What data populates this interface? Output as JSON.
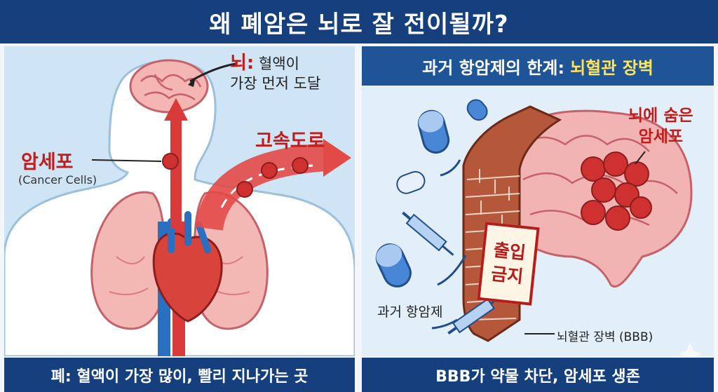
{
  "title": "왜 폐암은 뇌로 잘 전이될까?",
  "left": {
    "brain_label_title": "뇌:",
    "brain_label_line1": "혈액이",
    "brain_label_line2": "가장 먼저 도달",
    "highway_label": "고속도로",
    "cancer_label": "암세포",
    "cancer_sublabel": "(Cancer Cells)",
    "footer": "폐: 혈액이 가장 많이, 빨리 지나가는 곳"
  },
  "right": {
    "heading_prefix": "과거 항암제의 한계:",
    "heading_highlight": "뇌혈관 장벽",
    "hidden_cells_line1": "뇌에 숨은",
    "hidden_cells_line2": "암세포",
    "sign_line1": "출입",
    "sign_line2": "금지",
    "old_drug_label": "과거 항암제",
    "bbb_label": "뇌혈관 장벽 (BBB)",
    "footer": "BBB가 약물 차단, 암세포 생존"
  },
  "colors": {
    "navy": "#163f7e",
    "subhead_blue": "#1f5597",
    "highlight_yellow": "#ffe45c",
    "cancer_red": "#c41b1b",
    "artery_red": "#d93a3a",
    "vein_blue": "#2a6fc0",
    "brick": "#a5482f"
  },
  "icons": [
    "sparkle-icon"
  ]
}
